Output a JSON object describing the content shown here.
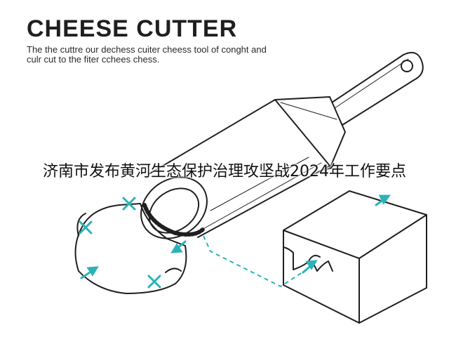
{
  "diagram": {
    "title": "CHEESE CUTTER",
    "description": "The the cuttre our dechess cuiter cheess tool of conght and culr cut to the fiter cchees chess.",
    "overlay_caption": "济南市发布黄河生态保护治理攻坚战2024年工作要点",
    "colors": {
      "ink": "#1f1f1f",
      "accent": "#2bb3b8"
    },
    "icons": [
      "cross-marker-icon",
      "arrow-marker-icon"
    ]
  }
}
